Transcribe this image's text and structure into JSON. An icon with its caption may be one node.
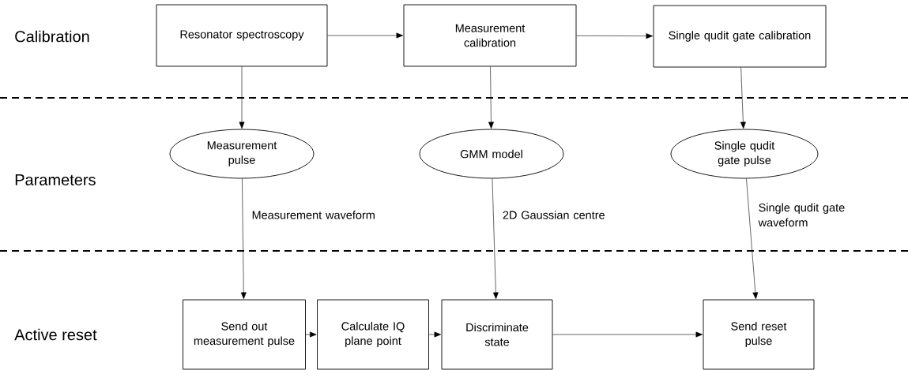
{
  "diagram": {
    "nodes": [
      {
        "text": [
          "Resonator spectroscopy"
        ]
      },
      {
        "text": [
          "Measurement calibration"
        ]
      },
      {
        "text": [
          "Single qudit gate calibration"
        ]
      },
      {
        "text": [
          "Measurement pulse"
        ]
      },
      {
        "text": [
          "GMM model"
        ]
      },
      {
        "text": [
          "Single qudit gate pulse"
        ]
      },
      {
        "text": [
          "Send out measurement pulse"
        ]
      },
      {
        "text": [
          "Calculate IQ plane point"
        ]
      },
      {
        "text": [
          "Discriminate state"
        ]
      },
      {
        "text": [
          "Send reset pulse"
        ]
      }
    ],
    "edges": [
      {
        "from": 0,
        "to": 1,
        "arrow": "to"
      },
      {
        "from": 1,
        "to": 2,
        "arrow": "to"
      },
      {
        "from": 0,
        "to": 3,
        "arrow": "to"
      },
      {
        "from": 1,
        "to": 4,
        "arrow": "to"
      },
      {
        "from": 2,
        "to": 5,
        "arrow": "to"
      },
      {
        "from": 3,
        "to": 6,
        "arrow": "to",
        "label": "Measurement waveform"
      },
      {
        "from": 4,
        "to": 8,
        "arrow": "to",
        "label": "2D Gaussian centre"
      },
      {
        "from": 5,
        "to": 9,
        "arrow": "to",
        "label": "Single qudit gate waveform"
      },
      {
        "from": 6,
        "to": 7,
        "arrow": "to"
      },
      {
        "from": 7,
        "to": 8,
        "arrow": "to"
      },
      {
        "from": 8,
        "to": 9,
        "arrow": "to"
      }
    ],
    "labels": [
      "Calibration",
      "Parameters",
      "Active reset"
    ]
  }
}
